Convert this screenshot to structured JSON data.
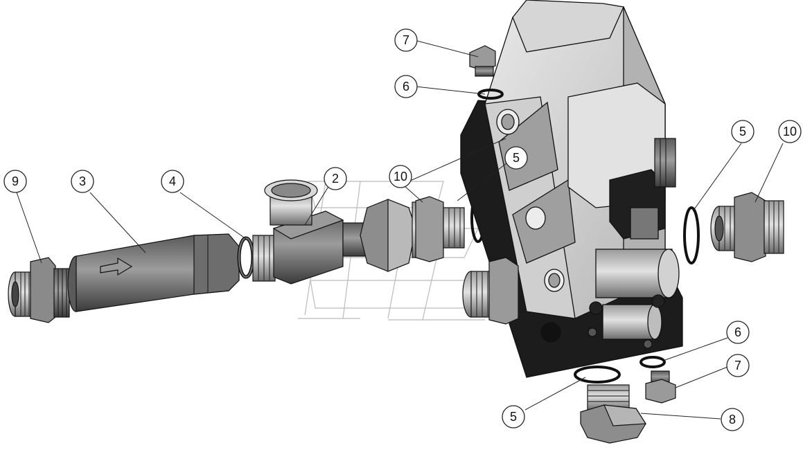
{
  "callouts": [
    {
      "id": "c7-top",
      "label": "7"
    },
    {
      "id": "c6-top",
      "label": "6"
    },
    {
      "id": "c9",
      "label": "9"
    },
    {
      "id": "c3",
      "label": "3"
    },
    {
      "id": "c4",
      "label": "4"
    },
    {
      "id": "c2",
      "label": "2"
    },
    {
      "id": "c10-mid",
      "label": "10"
    },
    {
      "id": "c5-mid",
      "label": "5"
    },
    {
      "id": "c5-right",
      "label": "5"
    },
    {
      "id": "c10-right",
      "label": "10"
    },
    {
      "id": "c6-bottom",
      "label": "6"
    },
    {
      "id": "c7-bottom",
      "label": "7"
    },
    {
      "id": "c5-bottom",
      "label": "5"
    },
    {
      "id": "c8",
      "label": "8"
    }
  ],
  "colors": {
    "part_dark": "#2a2a2a",
    "part_mid": "#777777",
    "part_light": "#cfcfcf",
    "outline": "#111111"
  }
}
